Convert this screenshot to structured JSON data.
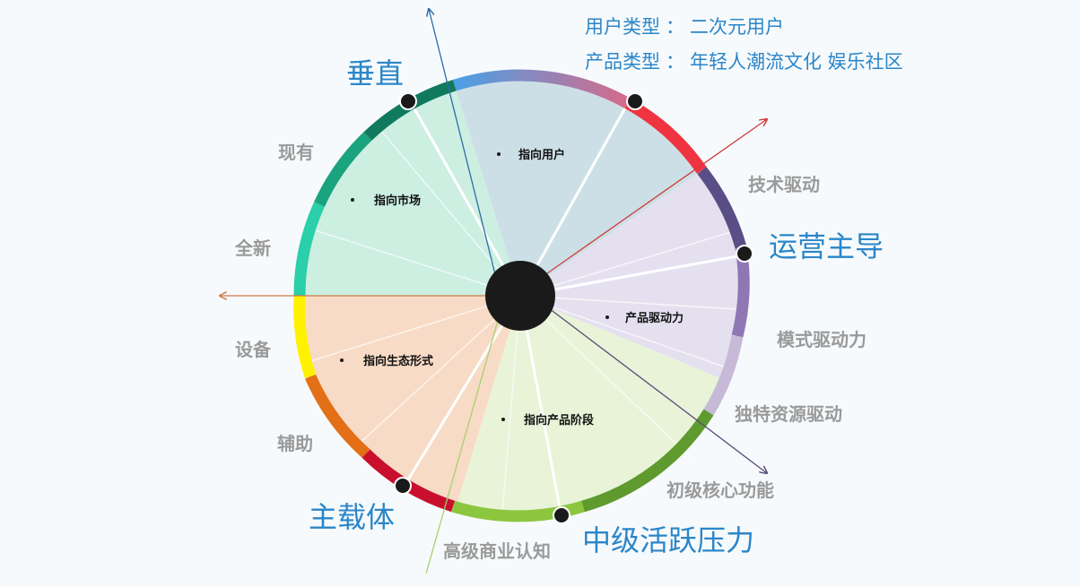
{
  "header": {
    "user_type_label": "用户类型",
    "user_type_value": "二次元用户",
    "product_type_label": "产品类型",
    "product_type_value": "年轻人潮流文化 娱乐社区",
    "separator": "："
  },
  "sectors": [
    {
      "label": "指向用户"
    },
    {
      "label": "产品驱动力"
    },
    {
      "label": "指向产品阶段"
    },
    {
      "label": "指向生态形式"
    },
    {
      "label": "指向市场"
    }
  ],
  "axis_labels": {
    "vertical": "垂直",
    "existing": "现有",
    "brand_new": "全新",
    "tech_driven": "技术驱动",
    "ops_led": "运营主导",
    "mode_driven": "模式驱动力",
    "unique_resource": "独特资源驱动",
    "core_function": "初级核心功能",
    "mid_active": "中级活跃压力",
    "high_business": "高级商业认知",
    "main_carrier": "主载体",
    "auxiliary": "辅助",
    "device": "设备"
  },
  "colors": {
    "accent_blue": "#2a86c9",
    "gray_label": "#9a9a9a",
    "user_fill": "#cddfe6",
    "product_fill": "#e5e0ef",
    "stage_fill": "#e8f3d8",
    "eco_fill": "#f8dbc6",
    "market_fill": "#ccefe2"
  }
}
